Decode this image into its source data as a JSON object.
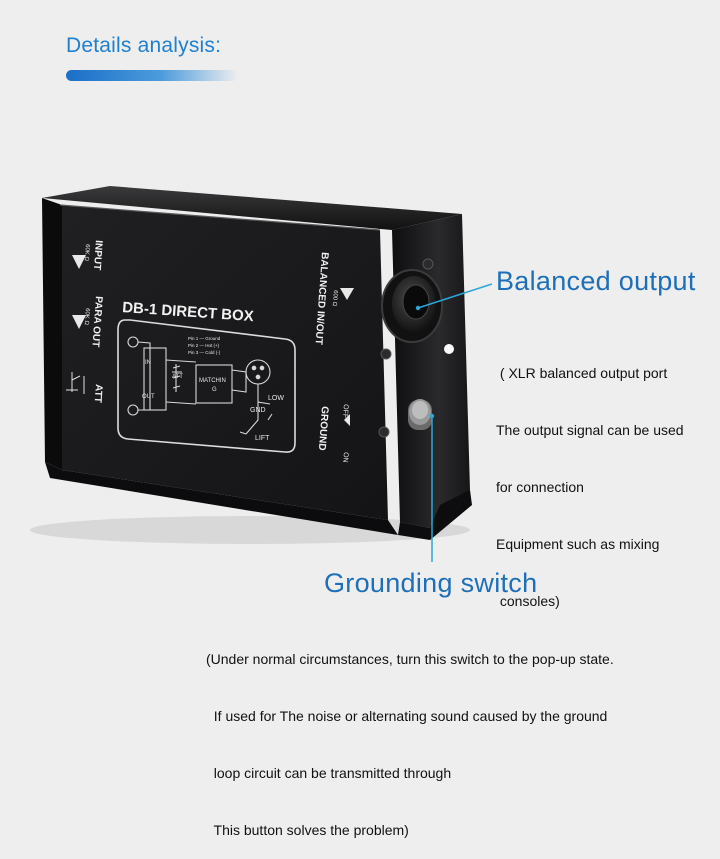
{
  "header": {
    "title": "Details analysis:"
  },
  "device": {
    "name": "DB-1 DIRECT BOX",
    "labels": {
      "input": "INPUT",
      "input_imp": "60K Ω",
      "para_out": "PARA OUT",
      "para_imp": "60K Ω",
      "att": "ATT",
      "balanced": "BALANCED IN/OUT",
      "balanced_imp": "600 Ω",
      "ground": "GROUND",
      "off": "OFF",
      "on": "ON",
      "in": "IN",
      "out": "OUT",
      "att_small": "ATT",
      "matching": "MATCHIN",
      "matching2": "G",
      "low": "LOW",
      "gnd": "GND",
      "lift": "LIFT",
      "pin1": "Pin 1 — Ground",
      "pin2": "Pin 2 — Hot (+)",
      "pin3": "Pin 3 — Cold (-)"
    }
  },
  "callouts": {
    "balanced_output": {
      "title": "Balanced output",
      "lines": [
        " ( XLR balanced output port",
        "The output signal can be used",
        "for connection",
        "Equipment such as mixing",
        " consoles)"
      ]
    },
    "grounding_switch": {
      "title": "Grounding switch",
      "lines": [
        "(Under normal circumstances, turn this switch to the pop-up state.",
        "  If used for The noise or alternating sound caused by the ground",
        "  loop circuit can be transmitted through",
        "  This button solves the problem)"
      ]
    }
  },
  "colors": {
    "accent": "#1f7fd0",
    "callout_line": "#2aa7d8",
    "device_body": "#1c1c1e"
  }
}
